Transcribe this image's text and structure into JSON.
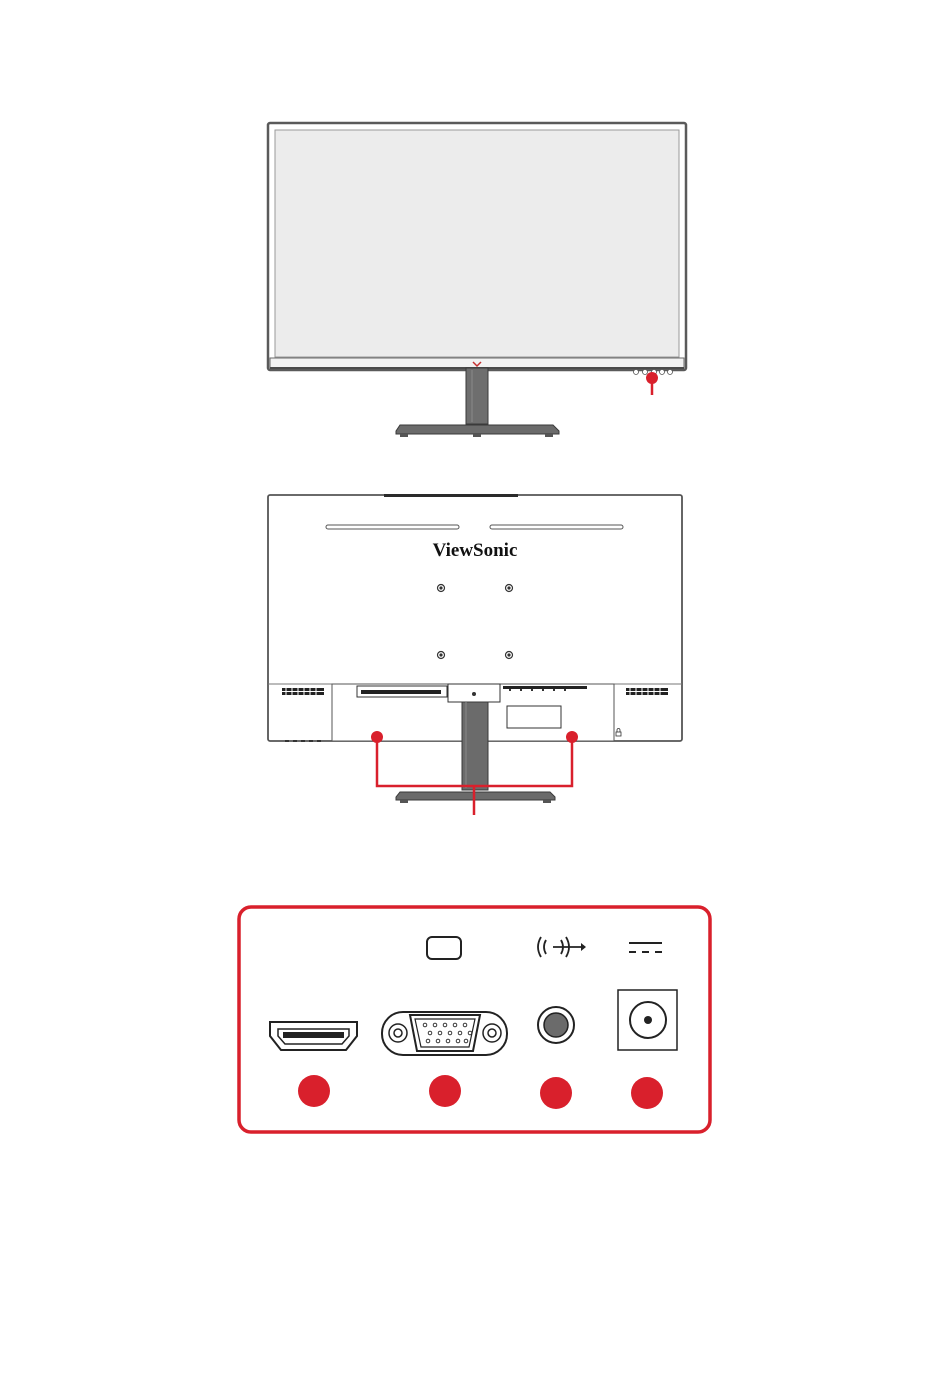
{
  "brand": {
    "rear_logo": "ViewSonic"
  },
  "colors": {
    "accent_red": "#d9202c",
    "bezel": "#707070",
    "screen": "#ececec",
    "stand": "#6b6b6b",
    "outline": "#3a3a3a"
  },
  "views": {
    "front": {
      "callout_count": 1
    },
    "rear": {
      "callout_count": 1
    }
  },
  "ports": [
    {
      "id": "hdmi",
      "icon": "hdmi-port-icon",
      "top_symbol": ""
    },
    {
      "id": "vga",
      "icon": "vga-port-icon",
      "top_symbol": "vga-symbol-icon"
    },
    {
      "id": "audio",
      "icon": "audio-jack-icon",
      "top_symbol": "audio-out-symbol-icon"
    },
    {
      "id": "dc-in",
      "icon": "dc-jack-icon",
      "top_symbol": "dc-power-symbol-icon"
    }
  ]
}
